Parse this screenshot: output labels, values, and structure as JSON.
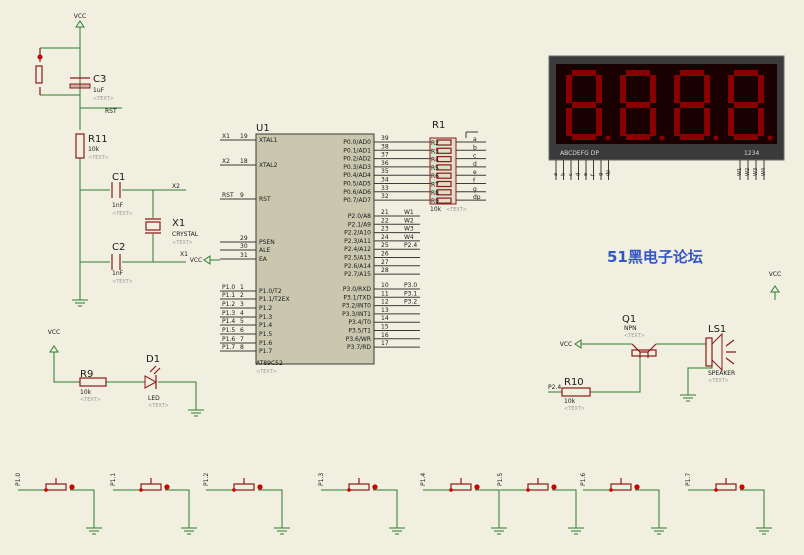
{
  "power": {
    "vcc": "VCC"
  },
  "c3": {
    "ref": "C3",
    "value": "1uF",
    "placeholder": "<TEXT>"
  },
  "r11": {
    "ref": "R11",
    "value": "10k",
    "placeholder": "<TEXT>"
  },
  "c1": {
    "ref": "C1",
    "value": "1nF",
    "placeholder": "<TEXT>"
  },
  "c2": {
    "ref": "C2",
    "value": "1nF",
    "placeholder": "<TEXT>"
  },
  "x1": {
    "ref": "X1",
    "value": "CRYSTAL",
    "placeholder": "<TEXT>"
  },
  "r9": {
    "ref": "R9",
    "value": "10k",
    "placeholder": "<TEXT>"
  },
  "d1": {
    "ref": "D1",
    "value": "LED",
    "placeholder": "<TEXT>"
  },
  "u1": {
    "ref": "U1",
    "part": "AT89C52",
    "placeholder": "<TEXT>",
    "left_pins": [
      {
        "net": "X1",
        "num": "19",
        "name": "XTAL1"
      },
      {
        "net": "X2",
        "num": "18",
        "name": "XTAL2"
      },
      {
        "net": "RST",
        "num": "9",
        "name": "RST"
      },
      {
        "net": "",
        "num": "29",
        "name": "PSEN"
      },
      {
        "net": "",
        "num": "30",
        "name": "ALE"
      },
      {
        "net": "",
        "num": "31",
        "name": "EA"
      },
      {
        "net": "P1.0",
        "num": "1",
        "name": "P1.0/T2"
      },
      {
        "net": "P1.1",
        "num": "2",
        "name": "P1.1/T2EX"
      },
      {
        "net": "P1.2",
        "num": "3",
        "name": "P1.2"
      },
      {
        "net": "P1.3",
        "num": "4",
        "name": "P1.3"
      },
      {
        "net": "P1.4",
        "num": "5",
        "name": "P1.4"
      },
      {
        "net": "P1.5",
        "num": "6",
        "name": "P1.5"
      },
      {
        "net": "P1.6",
        "num": "7",
        "name": "P1.6"
      },
      {
        "net": "P1.7",
        "num": "8",
        "name": "P1.7"
      }
    ],
    "right_pins": [
      {
        "name": "P0.0/AD0",
        "num": "39",
        "net": ""
      },
      {
        "name": "P0.1/AD1",
        "num": "38",
        "net": ""
      },
      {
        "name": "P0.2/AD2",
        "num": "37",
        "net": ""
      },
      {
        "name": "P0.3/AD3",
        "num": "36",
        "net": ""
      },
      {
        "name": "P0.4/AD4",
        "num": "35",
        "net": ""
      },
      {
        "name": "P0.5/AD5",
        "num": "34",
        "net": ""
      },
      {
        "name": "P0.6/AD6",
        "num": "33",
        "net": ""
      },
      {
        "name": "P0.7/AD7",
        "num": "32",
        "net": ""
      },
      {
        "name": "P2.0/A8",
        "num": "21",
        "net": "W1"
      },
      {
        "name": "P2.1/A9",
        "num": "22",
        "net": "W2"
      },
      {
        "name": "P2.2/A10",
        "num": "23",
        "net": "W3"
      },
      {
        "name": "P2.3/A11",
        "num": "24",
        "net": "W4"
      },
      {
        "name": "P2.4/A12",
        "num": "25",
        "net": "P2.4"
      },
      {
        "name": "P2.5/A13",
        "num": "26",
        "net": ""
      },
      {
        "name": "P2.6/A14",
        "num": "27",
        "net": ""
      },
      {
        "name": "P2.7/A15",
        "num": "28",
        "net": ""
      },
      {
        "name": "P3.0/RXD",
        "num": "10",
        "net": "P3.0"
      },
      {
        "name": "P3.1/TXD",
        "num": "11",
        "net": "P3.1"
      },
      {
        "name": "P3.2/INT0",
        "num": "12",
        "net": "P3.2"
      },
      {
        "name": "P3.3/INT1",
        "num": "13",
        "net": ""
      },
      {
        "name": "P3.4/T0",
        "num": "14",
        "net": ""
      },
      {
        "name": "P3.5/T1",
        "num": "15",
        "net": ""
      },
      {
        "name": "P3.6/WR",
        "num": "16",
        "net": ""
      },
      {
        "name": "P3.7/RD",
        "num": "17",
        "net": ""
      }
    ]
  },
  "r1": {
    "ref": "R1",
    "value": "10k",
    "placeholder": "<TEXT>",
    "pins": [
      "R2",
      "R3",
      "R4",
      "R5",
      "R6",
      "R7",
      "R8",
      "R9"
    ],
    "nets": [
      "a",
      "b",
      "c",
      "d",
      "e",
      "f",
      "g",
      "dp"
    ]
  },
  "display": {
    "segments_label": "ABCDEFG DP",
    "digits_label": "1234",
    "seg_pins": [
      "a",
      "b",
      "c",
      "d",
      "e",
      "f",
      "g",
      "dp"
    ],
    "digit_pins": [
      "W1",
      "W2",
      "W3",
      "W4"
    ],
    "segment_color": "#8a0000",
    "body_color": "#3a3a3a"
  },
  "q1": {
    "ref": "Q1",
    "type": "NPN",
    "placeholder": "<TEXT>"
  },
  "r10": {
    "ref": "R10",
    "value": "10k",
    "placeholder": "<TEXT>",
    "net": "P2.4"
  },
  "ls1": {
    "ref": "LS1",
    "value": "SPEAKER",
    "placeholder": "<TEXT>"
  },
  "watermark": "51黑电子论坛",
  "buttons": [
    {
      "label": "P1.0"
    },
    {
      "label": "P1.1"
    },
    {
      "label": "P1.2"
    },
    {
      "label": "P1.3"
    },
    {
      "label": "P1.4"
    },
    {
      "label": "P1.5"
    },
    {
      "label": "P1.6"
    },
    {
      "label": "P1.7"
    }
  ]
}
